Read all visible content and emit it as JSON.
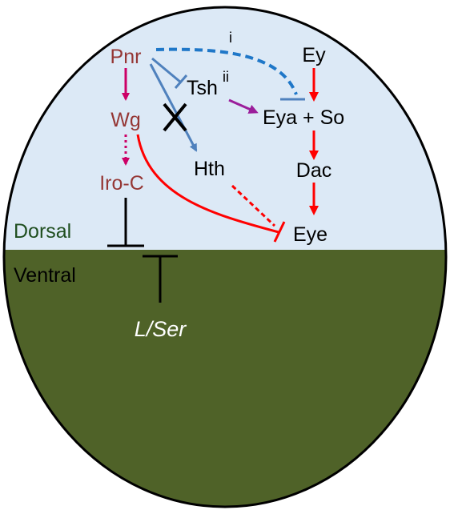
{
  "colors": {
    "dorsal_fill": "#dce9f6",
    "ventral_fill": "#4f6228",
    "dorsal_gene": "#953735",
    "pink_arrow": "#cc0066",
    "blue_arrow": "#4f81bd",
    "red_arrow": "#ff0000",
    "purple_arrow": "#9b1e9b",
    "region_dorsal": "#1f4e1f",
    "ink": "#000000",
    "white": "#ffffff"
  },
  "genes": {
    "pnr": "Pnr",
    "wg": "Wg",
    "iro_c": "Iro-C",
    "tsh": "Tsh",
    "hth": "Hth",
    "ey": "Ey",
    "eya_so": "Eya + So",
    "dac": "Dac",
    "eye": "Eye",
    "l_ser": "L/Ser"
  },
  "regions": {
    "dorsal": "Dorsal",
    "ventral": "Ventral"
  },
  "marks": {
    "i": "i",
    "ii": "ii"
  }
}
